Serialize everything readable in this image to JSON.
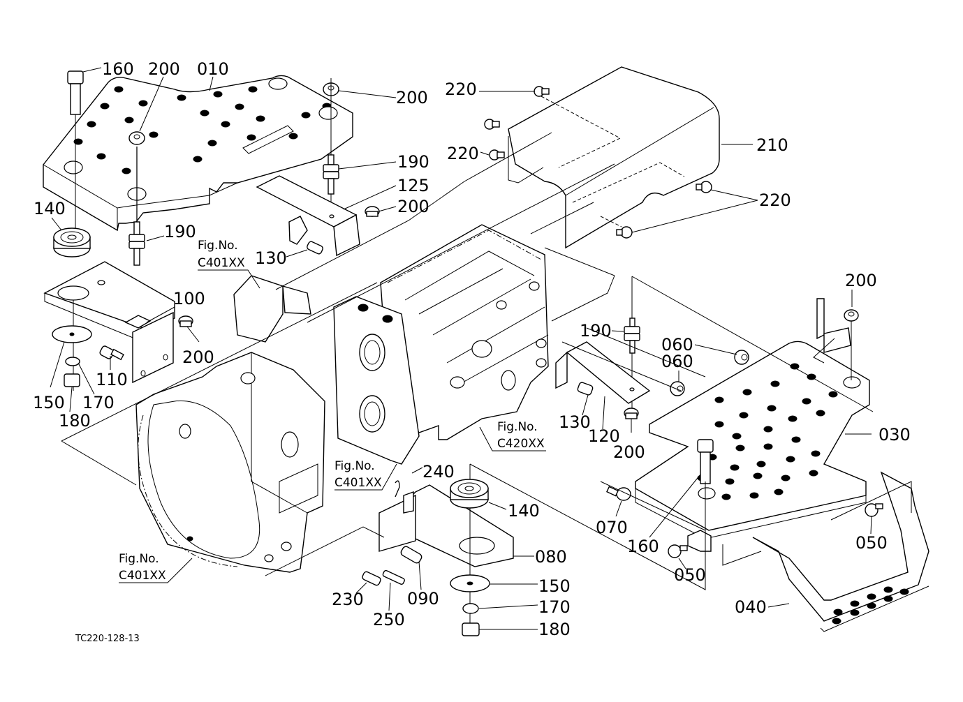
{
  "diagram": {
    "code": "TC220-128-13",
    "figure_refs": [
      {
        "id": "fig-ref-top",
        "line1": "Fig.No.",
        "line2": "C401XX"
      },
      {
        "id": "fig-ref-mid",
        "line1": "Fig.No.",
        "line2": "C401XX"
      },
      {
        "id": "fig-ref-right",
        "line1": "Fig.No.",
        "line2": "C420XX"
      },
      {
        "id": "fig-ref-bottom",
        "line1": "Fig.No.",
        "line2": "C401XX"
      }
    ],
    "part_labels": [
      {
        "num": "160",
        "part": "bolt"
      },
      {
        "num": "200",
        "part": "flange-nut"
      },
      {
        "num": "010",
        "part": "seat-plate-left"
      },
      {
        "num": "200",
        "part": "flange-nut"
      },
      {
        "num": "190",
        "part": "stud-bolt"
      },
      {
        "num": "125",
        "part": "bracket"
      },
      {
        "num": "200",
        "part": "flange-nut"
      },
      {
        "num": "130",
        "part": "bolt"
      },
      {
        "num": "140",
        "part": "rubber-mount"
      },
      {
        "num": "190",
        "part": "stud-bolt"
      },
      {
        "num": "100",
        "part": "plate"
      },
      {
        "num": "200",
        "part": "flange-nut"
      },
      {
        "num": "110",
        "part": "bolt"
      },
      {
        "num": "150",
        "part": "washer"
      },
      {
        "num": "170",
        "part": "spring-washer"
      },
      {
        "num": "180",
        "part": "nut"
      },
      {
        "num": "220",
        "part": "bolt"
      },
      {
        "num": "220",
        "part": "bolt"
      },
      {
        "num": "210",
        "part": "cover"
      },
      {
        "num": "220",
        "part": "bolt"
      },
      {
        "num": "200",
        "part": "flange-nut"
      },
      {
        "num": "190",
        "part": "stud-bolt"
      },
      {
        "num": "060",
        "part": "grommet"
      },
      {
        "num": "060",
        "part": "grommet"
      },
      {
        "num": "130",
        "part": "bolt"
      },
      {
        "num": "120",
        "part": "bracket"
      },
      {
        "num": "200",
        "part": "flange-nut"
      },
      {
        "num": "030",
        "part": "seat-plate-right"
      },
      {
        "num": "240",
        "part": "pin"
      },
      {
        "num": "140",
        "part": "rubber-mount"
      },
      {
        "num": "080",
        "part": "bracket"
      },
      {
        "num": "150",
        "part": "washer"
      },
      {
        "num": "170",
        "part": "spring-washer"
      },
      {
        "num": "180",
        "part": "nut"
      },
      {
        "num": "230",
        "part": "spring"
      },
      {
        "num": "250",
        "part": "pin"
      },
      {
        "num": "090",
        "part": "bolt"
      },
      {
        "num": "070",
        "part": "bolt"
      },
      {
        "num": "160",
        "part": "bolt"
      },
      {
        "num": "050",
        "part": "bolt"
      },
      {
        "num": "050",
        "part": "bolt"
      },
      {
        "num": "040",
        "part": "step"
      }
    ]
  }
}
